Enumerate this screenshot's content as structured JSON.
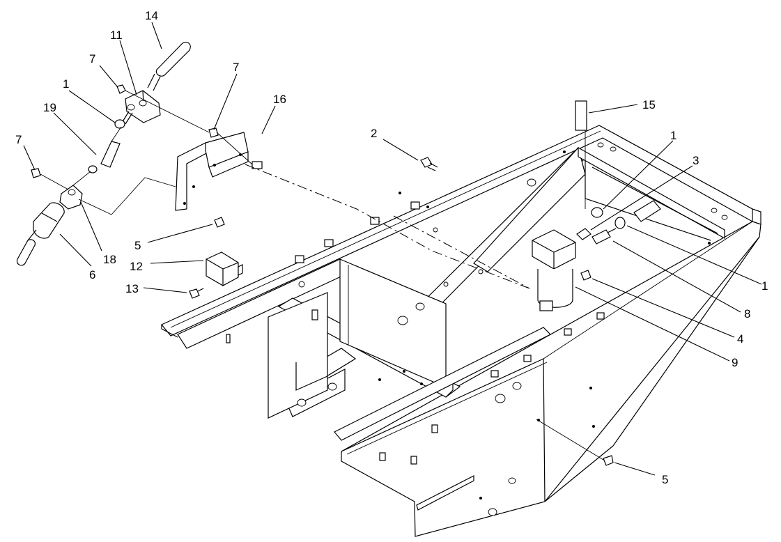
{
  "callouts": {
    "c14": "14",
    "c11": "11",
    "c7a": "7",
    "c7b": "7",
    "c7c": "7",
    "c1a": "1",
    "c19": "19",
    "c16": "16",
    "c18": "18",
    "c6": "6",
    "c5a": "5",
    "c12": "12",
    "c13": "13",
    "c2": "2",
    "c15": "15",
    "c1b": "1",
    "c3": "3",
    "c1c": "1",
    "c8": "8",
    "c4": "4",
    "c9": "9",
    "c5b": "5"
  }
}
